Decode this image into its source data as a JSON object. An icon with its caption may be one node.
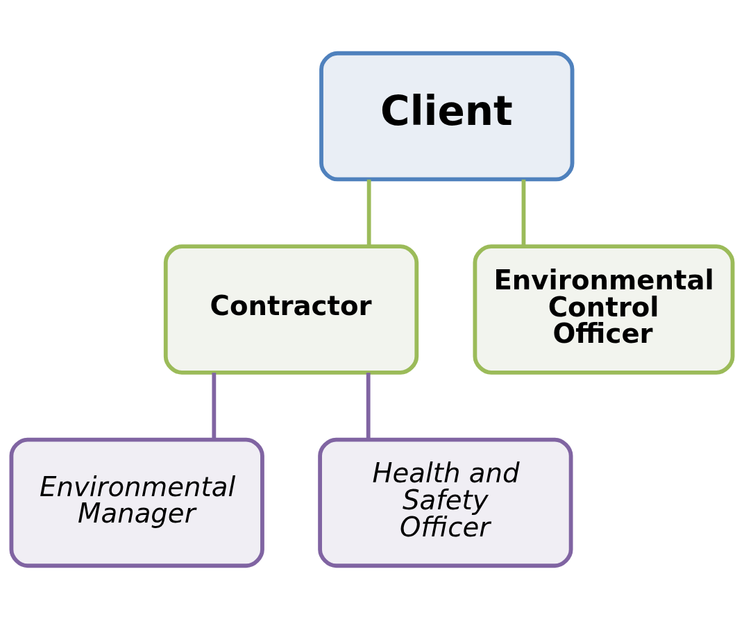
{
  "diagram": {
    "nodes": [
      {
        "text": [
          "Client"
        ]
      },
      {
        "text": [
          "Contractor"
        ]
      },
      {
        "text": [
          "Environmental Control Officer"
        ]
      },
      {
        "text": [
          "Environmental Manager"
        ]
      },
      {
        "text": [
          "Health and Safety Officer"
        ]
      }
    ],
    "edges": [
      {
        "from": 0,
        "to": 1,
        "arrow": "none",
        "color": "#9bbb59"
      },
      {
        "from": 0,
        "to": 2,
        "arrow": "none",
        "color": "#9bbb59"
      },
      {
        "from": 1,
        "to": 3,
        "arrow": "none",
        "color": "#8064a2"
      },
      {
        "from": 1,
        "to": 4,
        "arrow": "none",
        "color": "#8064a2"
      }
    ]
  }
}
